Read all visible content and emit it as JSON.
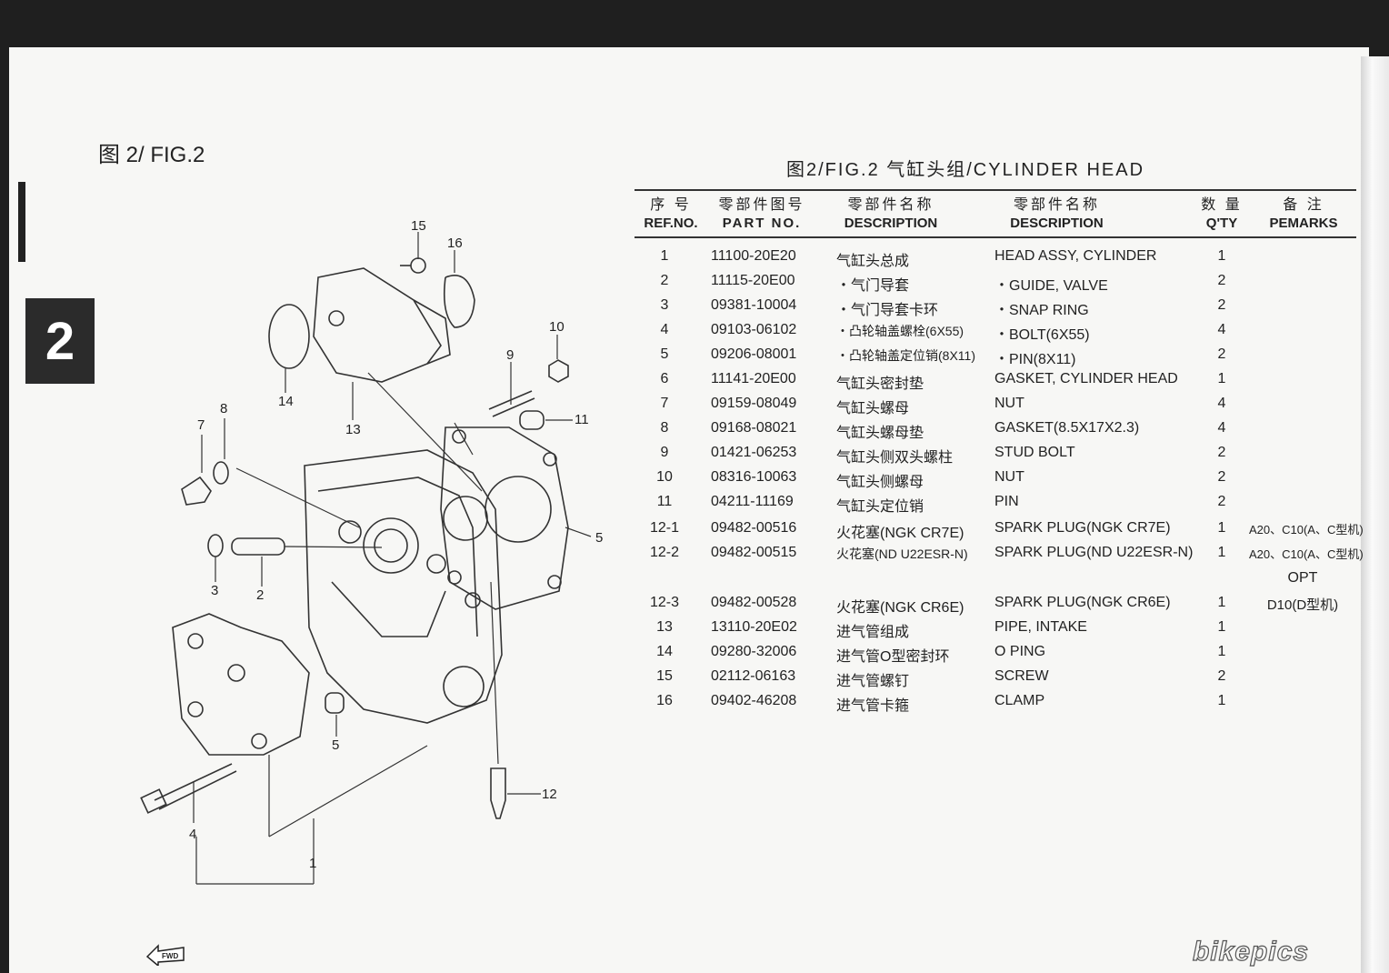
{
  "figure_label_left": "图 2/ FIG.2",
  "chapter_tab": "2",
  "figure_title": "图2/FIG.2    气缸头组/CYLINDER HEAD",
  "table": {
    "headers": [
      {
        "cn": "序 号",
        "en": "REF.NO."
      },
      {
        "cn": "零部件图号",
        "en": "PART NO."
      },
      {
        "cn": "零部件名称",
        "en": "DESCRIPTION"
      },
      {
        "cn": "零部件名称",
        "en": "DESCRIPTION"
      },
      {
        "cn": "数 量",
        "en": "Q'TY"
      },
      {
        "cn": "备 注",
        "en": "PEMARKS"
      }
    ],
    "rows": [
      {
        "ref": "1",
        "part_no": "11100-20E20",
        "desc_cn": "气缸头总成",
        "desc_en": "HEAD ASSY, CYLINDER",
        "qty": "1",
        "remarks": ""
      },
      {
        "ref": "2",
        "part_no": "11115-20E00",
        "desc_cn": "・气门导套",
        "desc_en": "・GUIDE, VALVE",
        "qty": "2",
        "remarks": ""
      },
      {
        "ref": "3",
        "part_no": "09381-10004",
        "desc_cn": "・气门导套卡环",
        "desc_en": "・SNAP RING",
        "qty": "2",
        "remarks": ""
      },
      {
        "ref": "4",
        "part_no": "09103-06102",
        "desc_cn": "・凸轮轴盖螺栓(6X55)",
        "desc_en": "・BOLT(6X55)",
        "qty": "4",
        "remarks": ""
      },
      {
        "ref": "5",
        "part_no": "09206-08001",
        "desc_cn": "・凸轮轴盖定位销(8X11)",
        "desc_en": "・PIN(8X11)",
        "qty": "2",
        "remarks": ""
      },
      {
        "ref": "6",
        "part_no": "11141-20E00",
        "desc_cn": "气缸头密封垫",
        "desc_en": "GASKET, CYLINDER HEAD",
        "qty": "1",
        "remarks": ""
      },
      {
        "ref": "7",
        "part_no": "09159-08049",
        "desc_cn": "气缸头螺母",
        "desc_en": "NUT",
        "qty": "4",
        "remarks": ""
      },
      {
        "ref": "8",
        "part_no": "09168-08021",
        "desc_cn": "气缸头螺母垫",
        "desc_en": "GASKET(8.5X17X2.3)",
        "qty": "4",
        "remarks": ""
      },
      {
        "ref": "9",
        "part_no": "01421-06253",
        "desc_cn": "气缸头侧双头螺柱",
        "desc_en": "STUD BOLT",
        "qty": "2",
        "remarks": ""
      },
      {
        "ref": "10",
        "part_no": "08316-10063",
        "desc_cn": "气缸头侧螺母",
        "desc_en": "NUT",
        "qty": "2",
        "remarks": ""
      },
      {
        "ref": "11",
        "part_no": "04211-11169",
        "desc_cn": "气缸头定位销",
        "desc_en": "PIN",
        "qty": "2",
        "remarks": ""
      },
      {
        "ref": "12-1",
        "part_no": "09482-00516",
        "desc_cn": "火花塞(NGK CR7E)",
        "desc_en": "SPARK PLUG(NGK CR7E)",
        "qty": "1",
        "remarks": "A20、C10(A、C型机)"
      },
      {
        "ref": "12-2",
        "part_no": "09482-00515",
        "desc_cn": "火花塞(ND U22ESR-N)",
        "desc_en": "SPARK PLUG(ND U22ESR-N)",
        "qty": "1",
        "remarks": "A20、C10(A、C型机)"
      },
      {
        "ref": "",
        "part_no": "",
        "desc_cn": "",
        "desc_en": "",
        "qty": "",
        "remarks": "OPT"
      },
      {
        "ref": "12-3",
        "part_no": "09482-00528",
        "desc_cn": "火花塞(NGK CR6E)",
        "desc_en": "SPARK PLUG(NGK CR6E)",
        "qty": "1",
        "remarks": "D10(D型机)"
      },
      {
        "ref": "13",
        "part_no": "13110-20E02",
        "desc_cn": "进气管组成",
        "desc_en": "PIPE, INTAKE",
        "qty": "1",
        "remarks": ""
      },
      {
        "ref": "14",
        "part_no": "09280-32006",
        "desc_cn": "进气管O型密封环",
        "desc_en": "O PING",
        "qty": "1",
        "remarks": ""
      },
      {
        "ref": "15",
        "part_no": "02112-06163",
        "desc_cn": "进气管螺钉",
        "desc_en": "SCREW",
        "qty": "2",
        "remarks": ""
      },
      {
        "ref": "16",
        "part_no": "09402-46208",
        "desc_cn": "进气管卡箍",
        "desc_en": "CLAMP",
        "qty": "1",
        "remarks": ""
      }
    ]
  },
  "diagram_callouts": [
    "1",
    "2",
    "3",
    "4",
    "5",
    "7",
    "8",
    "9",
    "10",
    "11",
    "12",
    "13",
    "14",
    "15",
    "16"
  ],
  "fwd_label": "FWD",
  "watermark": "bikepics"
}
